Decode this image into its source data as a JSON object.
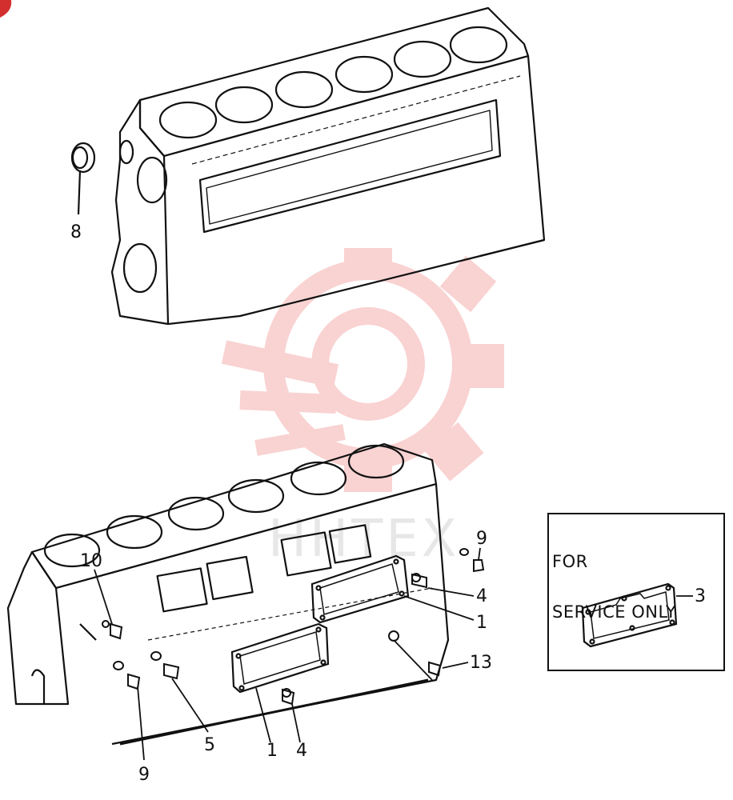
{
  "callouts": {
    "c1a": "1",
    "c1b": "1",
    "c3": "3",
    "c4a": "4",
    "c4b": "4",
    "c5": "5",
    "c8": "8",
    "c9a": "9",
    "c9b": "9",
    "c10": "10",
    "c13": "13"
  },
  "service_box": {
    "line1": "FOR",
    "line2": "SERVICE ONLY"
  },
  "watermark": {
    "text": "HHTEX",
    "color": "#e53935"
  },
  "colors": {
    "ink": "#111111",
    "corner_mark": "#d32f2f"
  }
}
